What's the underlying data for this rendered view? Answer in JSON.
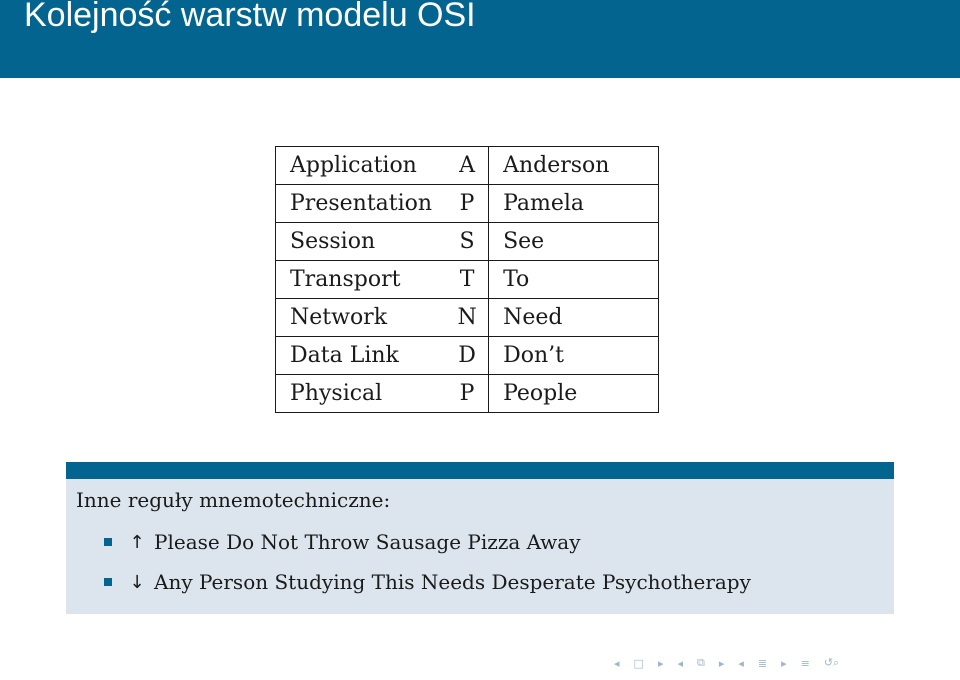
{
  "header": {
    "title": "Kolejność warstw modelu OSI"
  },
  "table": {
    "rows": [
      {
        "layer": "Application",
        "letter": "A",
        "word": "Anderson"
      },
      {
        "layer": "Presentation",
        "letter": "P",
        "word": "Pamela"
      },
      {
        "layer": "Session",
        "letter": "S",
        "word": "See"
      },
      {
        "layer": "Transport",
        "letter": "T",
        "word": "To"
      },
      {
        "layer": "Network",
        "letter": "N",
        "word": "Need"
      },
      {
        "layer": "Data Link",
        "letter": "D",
        "word": "Don’t"
      },
      {
        "layer": "Physical",
        "letter": "P",
        "word": "People"
      }
    ]
  },
  "block": {
    "heading": "Inne reguły mnemotechniczne:",
    "rules": [
      {
        "arrow": "↑",
        "text": "Please Do Not Throw Sausage Pizza Away"
      },
      {
        "arrow": "↓",
        "text": "Any Person Studying This Needs Desperate Psychotherapy"
      }
    ]
  },
  "nav": {
    "icons": [
      "nav-prev-frame-icon",
      "nav-frame-icon",
      "nav-next-frame-icon",
      "nav-prev-subsection-icon",
      "nav-subsection-icon",
      "nav-next-subsection-icon",
      "nav-prev-section-icon",
      "nav-section-icon",
      "nav-next-section-icon",
      "nav-align-icon",
      "nav-search-icon"
    ]
  },
  "colors": {
    "accent": "#03648f",
    "block_bg": "#dce5ed"
  }
}
